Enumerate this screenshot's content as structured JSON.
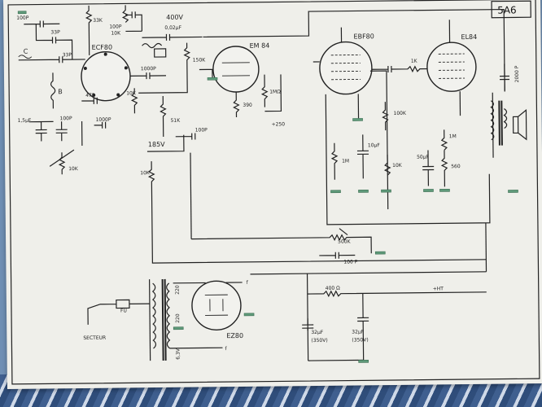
{
  "schematic": {
    "model": "5A6",
    "tubes": {
      "ecf80": "ECF80",
      "em84": "EM 84",
      "ebf80": "EBF80",
      "el84": "EL84",
      "ez80": "EZ80"
    },
    "labels": {
      "c_in": "C",
      "cap_100p_a": "100P",
      "cap_33p_a": "33P",
      "cap_33p_b": "33P",
      "res_33k": "33K",
      "cap_100p_b": "100P",
      "res_10k_a": "10K",
      "cap_400v": "400V",
      "cap_002uf": "0,02μF",
      "res_150k": "150K",
      "cap_1000p_a": "1000P",
      "coil_b": "B",
      "cap_47p": "47P",
      "res_10k_b": "10K",
      "cap_15uf": "1,5μF",
      "cap_100p_c": "100P",
      "cap_1000p_b": "1000P",
      "res_10k_c": "10K",
      "res_51k": "51K",
      "cap_100p_d": "100P",
      "v_185": "185V",
      "res_10k_d": "10K",
      "res_390": "390",
      "res_1m": "1MΩ",
      "v_250": "+250",
      "res_10k_e": "10K",
      "res_100k": "100K",
      "cap_10uf": "10μF",
      "res_1k": "1K",
      "res_1m_b": "1M",
      "res_1meg": "1M",
      "cap_2000p": "2000 P",
      "res_560": "560",
      "cap_50uf": "50μF",
      "pot_500k": "500K",
      "cap_100p_e": "100 P",
      "fuse": "FU",
      "mains": "SECTEUR",
      "v_220_a": "220",
      "v_220_b": "220",
      "v_63": "6,3V",
      "res_400": "400 Ω",
      "ht": "+HT",
      "cap_32uf_a": "32μF",
      "cap_350v_a": "(350V)",
      "cap_32uf_b": "32μF",
      "cap_350v_b": "(350V)",
      "f_a": "f",
      "f_b": "f"
    }
  }
}
